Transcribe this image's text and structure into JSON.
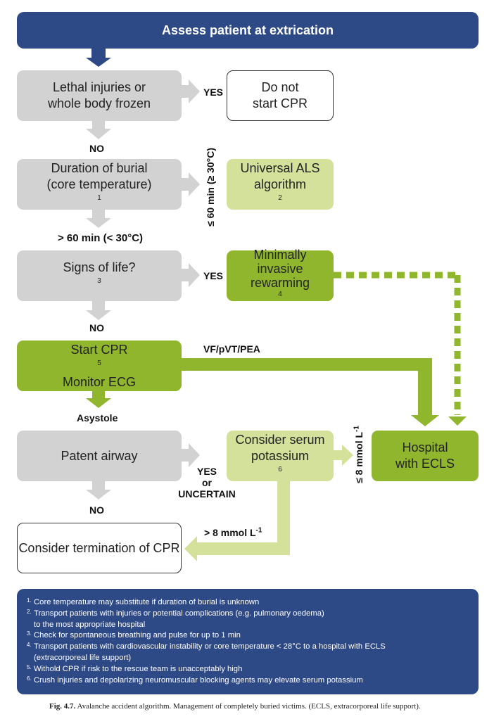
{
  "header": {
    "title": "Assess patient at extrication"
  },
  "nodes": {
    "lethal": {
      "line1": "Lethal injuries or",
      "line2": "whole body frozen"
    },
    "no_cpr": {
      "line1": "Do not",
      "line2": "start CPR"
    },
    "burial": {
      "line1": "Duration of burial",
      "line2": "(core temperature)",
      "sup": "1"
    },
    "als": {
      "line1": "Universal ALS",
      "line2": "algorithm",
      "sup": "2"
    },
    "signs": {
      "line1": "Signs of life?",
      "sup": "3"
    },
    "rewarm": {
      "line1": "Minimally",
      "line2": "invasive",
      "line3": "rewarming",
      "sup": "4"
    },
    "start_cpr": {
      "line1": "Start CPR",
      "sup": "5",
      "line2": "Monitor ECG"
    },
    "airway": {
      "line1": "Patent airway"
    },
    "potassium": {
      "line1": "Consider serum",
      "line2": "potassium",
      "sup": "6"
    },
    "hospital": {
      "line1": "Hospital",
      "line2": "with ECLS"
    },
    "terminate": {
      "line1": "Consider termination of CPR"
    }
  },
  "labels": {
    "yes1": "YES",
    "no1": "NO",
    "le60": "≤ 60 min (≥ 30°C)",
    "gt60": "> 60 min (< 30°C)",
    "yes2": "YES",
    "no2": "NO",
    "vf": "VF/pVT/PEA",
    "asystole": "Asystole",
    "yes_unc_1": "YES",
    "yes_unc_2": "or",
    "yes_unc_3": "UNCERTAIN",
    "no3": "NO",
    "le8": "≤ 8 mmol L",
    "le8_sup": "-1",
    "gt8": "> 8 mmol L",
    "gt8_sup": "-1"
  },
  "notes": [
    {
      "num": "1.",
      "text": "Core temperature may substitute if duration of burial is unknown"
    },
    {
      "num": "2.",
      "text": "Transport patients with injuries or potential complications (e.g. pulmonary oedema)",
      "cont": "to the most appropriate hospital"
    },
    {
      "num": "3.",
      "text": "Check for spontaneous breathing and pulse for up to 1 min"
    },
    {
      "num": "4.",
      "text": "Transport patients with cardiovascular instability or core temperature < 28°C to a hospital with ECLS",
      "cont": "(extracorporeal life support)"
    },
    {
      "num": "5.",
      "text": "Withold CPR if risk to the rescue team is unacceptably high"
    },
    {
      "num": "6.",
      "text": "Crush injuries and depolarizing neuromuscular blocking agents may elevate serum potassium"
    }
  ],
  "caption": {
    "label": "Fig. 4.7.",
    "text": "Avalanche accident algorithm. Management of completely buried victims. (ECLS, extracorporeal life support)."
  },
  "colors": {
    "navy": "#2e4a86",
    "gray": "#d2d2d2",
    "light_green": "#d3e19a",
    "green": "#8fb62d"
  }
}
